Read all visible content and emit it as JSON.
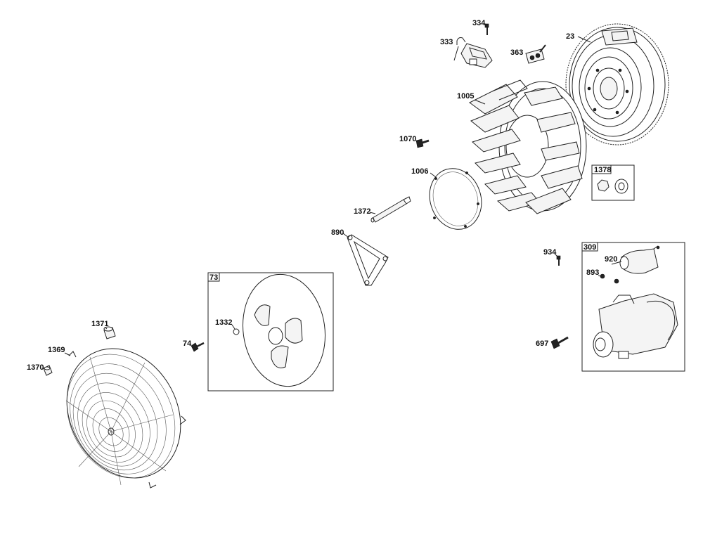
{
  "labels": {
    "p334": "334",
    "p333": "333",
    "p363": "363",
    "p23": "23",
    "p1005": "1005",
    "p1070": "1070",
    "p1006": "1006",
    "p1378": "1378",
    "p1372": "1372",
    "p890": "890",
    "p934": "934",
    "p309": "309",
    "p920": "920",
    "p893": "893",
    "p697": "697",
    "p73": "73",
    "p1332": "1332",
    "p74": "74",
    "p1371": "1371",
    "p1369": "1369",
    "p1370": "1370"
  }
}
